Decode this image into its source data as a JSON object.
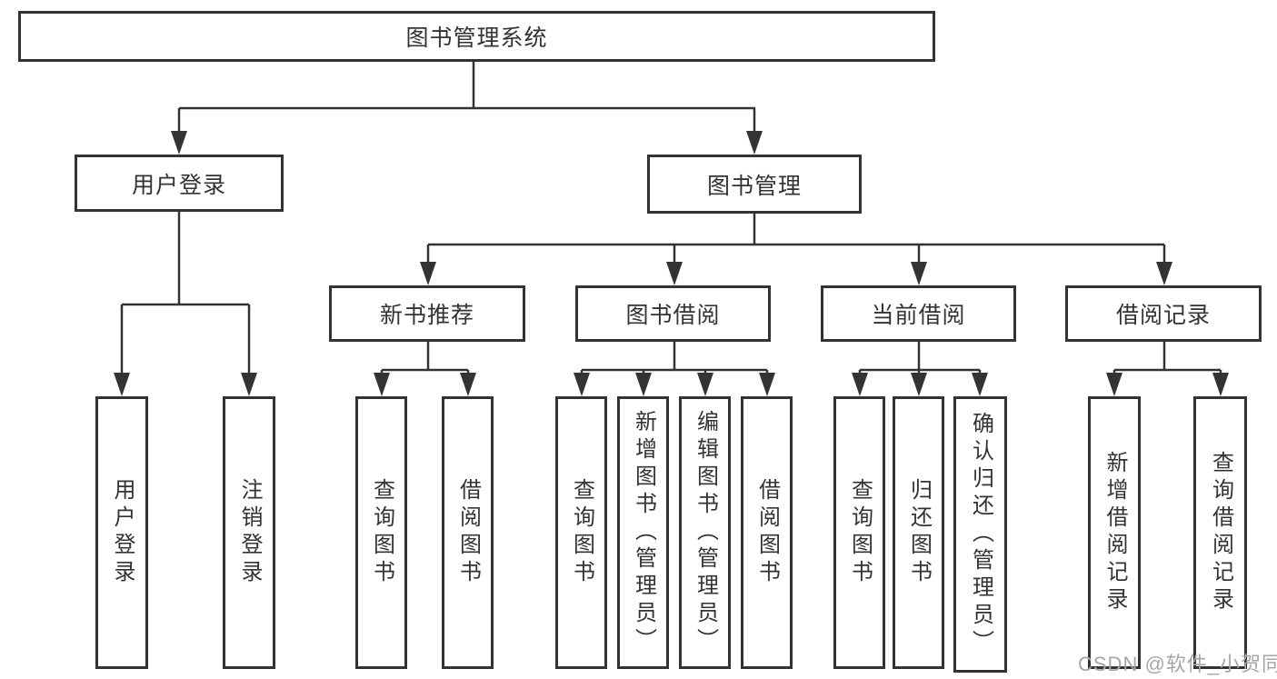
{
  "diagram": {
    "tree": {
      "label": "图书管理系统",
      "children": [
        {
          "label": "用户登录",
          "children": [
            {
              "label": "用户登录"
            },
            {
              "label": "注销登录"
            }
          ]
        },
        {
          "label": "图书管理",
          "children": [
            {
              "label": "新书推荐",
              "children": [
                {
                  "label": "查询图书"
                },
                {
                  "label": "借阅图书"
                }
              ]
            },
            {
              "label": "图书借阅",
              "children": [
                {
                  "label": "查询图书"
                },
                {
                  "label": "新增图书（管理员）"
                },
                {
                  "label": "编辑图书（管理员）"
                },
                {
                  "label": "借阅图书"
                }
              ]
            },
            {
              "label": "当前借阅",
              "children": [
                {
                  "label": "查询图书"
                },
                {
                  "label": "归还图书"
                },
                {
                  "label": "确认归还（管理员）"
                }
              ]
            },
            {
              "label": "借阅记录",
              "children": [
                {
                  "label": "新增借阅记录"
                },
                {
                  "label": "查询借阅记录"
                }
              ]
            }
          ]
        }
      ]
    },
    "watermark": "CSDN @软件_小贺同学",
    "colors": {
      "line": "#333333",
      "text": "#333333",
      "background": "#ffffff",
      "watermark": "#a6a6a6"
    }
  }
}
